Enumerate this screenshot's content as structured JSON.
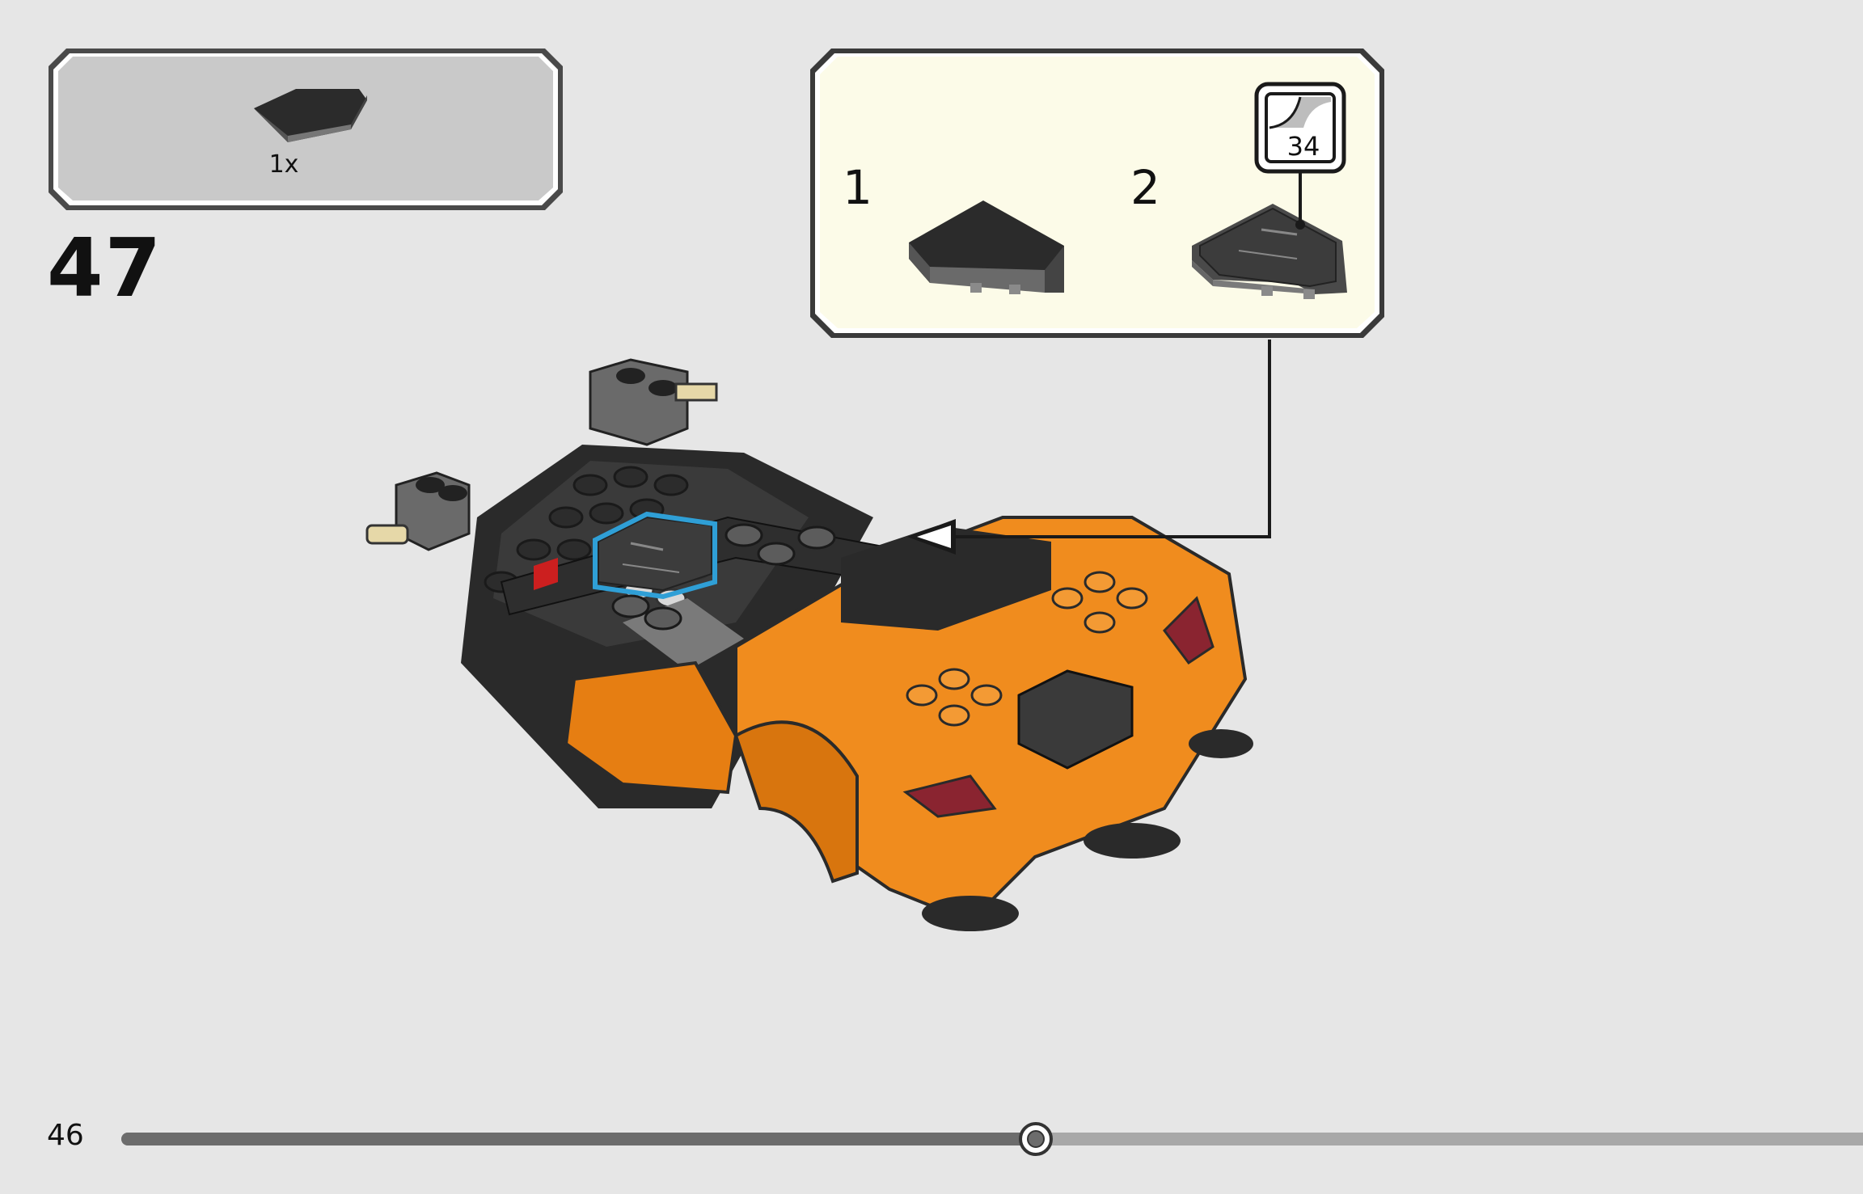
{
  "page": {
    "page_number": "46",
    "step_number": "47",
    "progress": 0.525
  },
  "parts_list": {
    "items": [
      {
        "part": "black-wedge-tile",
        "quantity": "1x"
      }
    ]
  },
  "sub_assembly": {
    "steps": [
      {
        "number": "1",
        "part": "black-wedge-tile"
      },
      {
        "number": "2",
        "part": "black-wedge-tile-with-sticker"
      }
    ],
    "sticker_number": "34"
  },
  "colors": {
    "background": "#e6e6e6",
    "parts_box_fill": "#c9c9c9",
    "sub_box_fill": "#fcfbe8",
    "highlight": "#2f9fd6",
    "model_orange": "#f08c1e",
    "model_dark": "#2a2a2a",
    "model_grey": "#6e6e6e",
    "progress_track": "#a8a8a8",
    "progress_fill": "#6c6c6c"
  },
  "icons": {
    "sticker": "sticker-sheet-icon",
    "arrow": "placement-arrow-icon"
  }
}
